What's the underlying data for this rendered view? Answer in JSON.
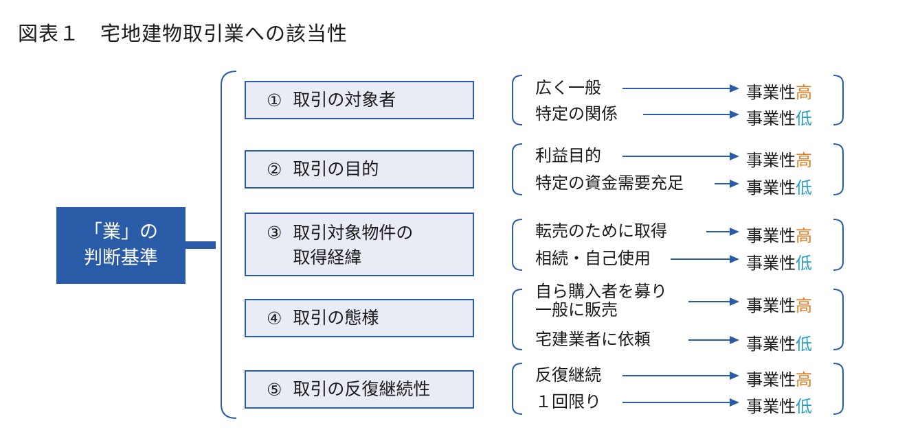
{
  "title": "図表１　宅地建物取引業への該当性",
  "root": {
    "line1": "「業」の",
    "line2": "判断基準"
  },
  "criteria": [
    {
      "num": "①",
      "label": "取引の対象者",
      "items": [
        {
          "label": "広く一般",
          "result_prefix": "事業性",
          "result_level": "高"
        },
        {
          "label": "特定の関係",
          "result_prefix": "事業性",
          "result_level": "低"
        }
      ]
    },
    {
      "num": "②",
      "label": "取引の目的",
      "items": [
        {
          "label": "利益目的",
          "result_prefix": "事業性",
          "result_level": "高"
        },
        {
          "label": "特定の資金需要充足",
          "result_prefix": "事業性",
          "result_level": "低"
        }
      ]
    },
    {
      "num": "③",
      "label": "取引対象物件の\n取得経緯",
      "items": [
        {
          "label": "転売のために取得",
          "result_prefix": "事業性",
          "result_level": "高"
        },
        {
          "label": "相続・自己使用",
          "result_prefix": "事業性",
          "result_level": "低"
        }
      ]
    },
    {
      "num": "④",
      "label": "取引の態様",
      "items": [
        {
          "label": "自ら購入者を募り\n一般に販売",
          "result_prefix": "事業性",
          "result_level": "高"
        },
        {
          "label": "宅建業者に依頼",
          "result_prefix": "事業性",
          "result_level": "低"
        }
      ]
    },
    {
      "num": "⑤",
      "label": "取引の反復継続性",
      "items": [
        {
          "label": "反復継続",
          "result_prefix": "事業性",
          "result_level": "高"
        },
        {
          "label": "１回限り",
          "result_prefix": "事業性",
          "result_level": "低"
        }
      ]
    }
  ],
  "colors": {
    "accent": "#2a5ba7",
    "box_fill": "#e9ebf5",
    "high": "#e07b22",
    "low": "#2aa0c4"
  }
}
